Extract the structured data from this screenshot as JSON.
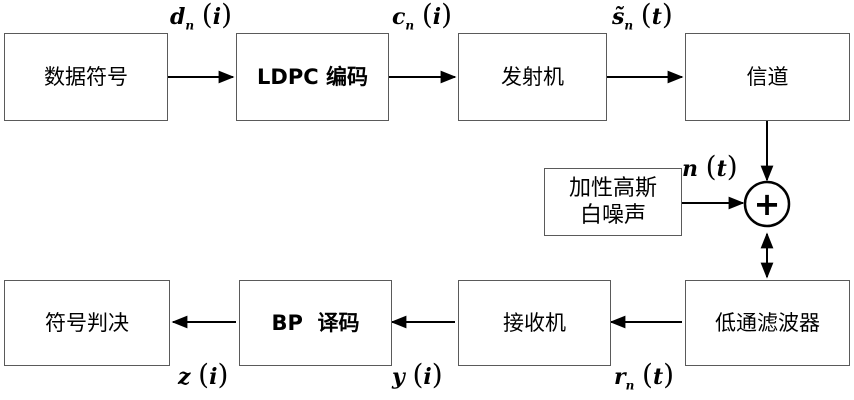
{
  "blocks": {
    "data_symbols": "数据符号",
    "ldpc_encoder": "LDPC 编码",
    "transmitter": "发射机",
    "channel": "信道",
    "awgn_line1": "加性高斯",
    "awgn_line2": "白噪声",
    "lowpass_filter": "低通滤波器",
    "receiver": "接收机",
    "bp_decoder": "BP  译码",
    "symbol_decision": "符号判决",
    "adder_symbol": "+"
  },
  "signals": {
    "dn": {
      "var": "d",
      "sub": "n",
      "arg": "i"
    },
    "cn": {
      "var": "c",
      "sub": "n",
      "arg": "i"
    },
    "sn": {
      "var": "s̃",
      "sub": "n",
      "arg": "t"
    },
    "noise": {
      "var": "n",
      "sub": "",
      "arg": "t"
    },
    "rn": {
      "var": "r",
      "sub": "n",
      "arg": "t"
    },
    "y": {
      "var": "y",
      "sub": "",
      "arg": "i"
    },
    "z": {
      "var": "z",
      "sub": "",
      "arg": "i"
    }
  }
}
